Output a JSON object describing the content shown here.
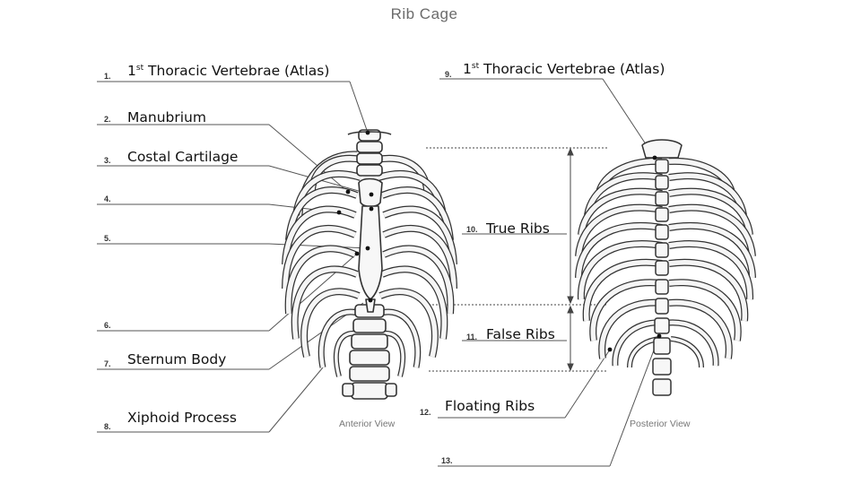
{
  "title": "Rib Cage",
  "numbers": [
    "1.",
    "2.",
    "3.",
    "4.",
    "5.",
    "6.",
    "7.",
    "8.",
    "9.",
    "10.",
    "11.",
    "12.",
    "13."
  ],
  "labels": {
    "l1_main": "1",
    "l1_sup": "st",
    "l1_rest": " Thoracic Vertebrae (Atlas)",
    "l2": "Manubrium",
    "l3": "Costal Cartilage",
    "l7": "Sternum Body",
    "l8": "Xiphoid Process",
    "l9_main": "1",
    "l9_sup": "st",
    "l9_rest": " Thoracic Vertebrae (Atlas)",
    "l10": "True Ribs",
    "l11": "False Ribs",
    "l12": "Floating Ribs"
  },
  "views": {
    "anterior": "Anterior View",
    "posterior": "Posterior View"
  }
}
